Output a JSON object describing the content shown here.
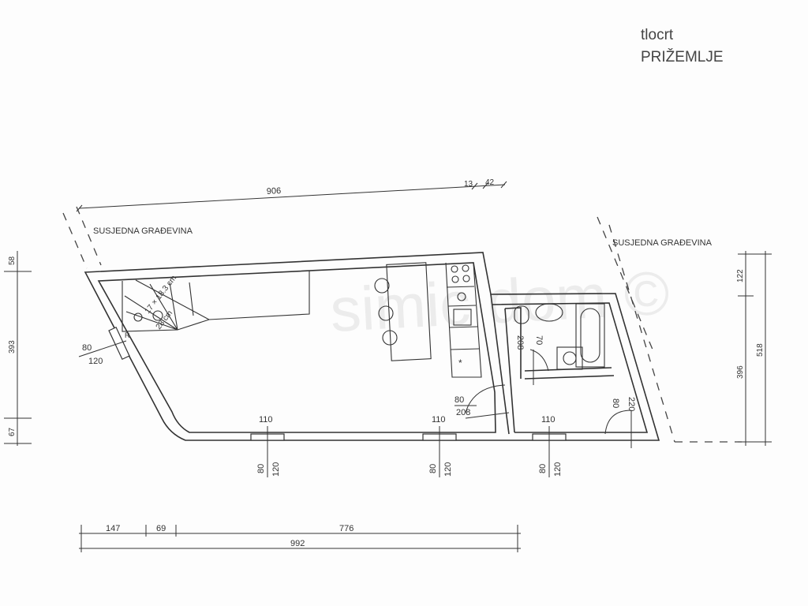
{
  "title": {
    "line1": "tlocrt",
    "line2": "PRIŽEMLJE"
  },
  "labels": {
    "neighbor_left": "SUSJEDNA GRAĐEVINA",
    "neighbor_right": "SUSJEDNA GRAĐEVINA",
    "watermark": "simic dom ©"
  },
  "dimensions": {
    "top": [
      "906",
      "13",
      "42"
    ],
    "left": [
      "58",
      "393",
      "67"
    ],
    "right": [
      "122",
      "396",
      "518"
    ],
    "bottom_row1": [
      "147",
      "69",
      "776"
    ],
    "bottom_total": "992"
  },
  "openings": {
    "window_left": {
      "top": "80",
      "bottom": "120"
    },
    "windows_bottom": [
      {
        "width": "110",
        "a": "80",
        "b": "120"
      },
      {
        "width": "110",
        "a": "80",
        "b": "120"
      },
      {
        "width": "110",
        "a": "80",
        "b": "120"
      }
    ],
    "door_entry": {
      "a": "80",
      "b": "208"
    },
    "door_bath": {
      "a": "70",
      "b": "208"
    },
    "door_right": {
      "a": "80",
      "b": "220"
    }
  },
  "stair_notes": [
    "17 × 18.3 cm",
    "28 cm",
    "R",
    "Ø",
    "Ø"
  ]
}
